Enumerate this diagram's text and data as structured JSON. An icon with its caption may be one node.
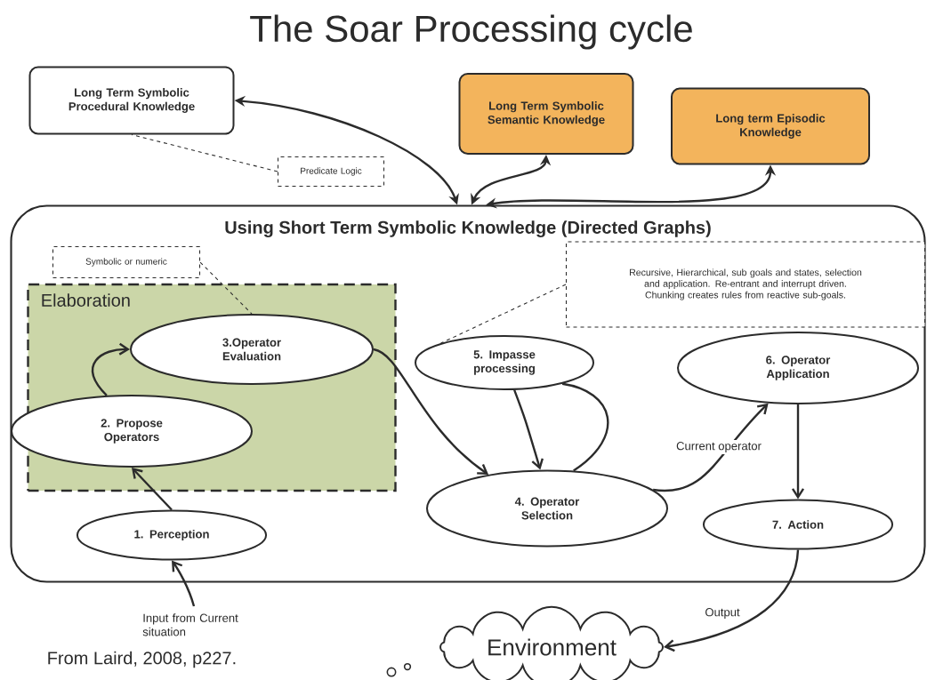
{
  "diagram": {
    "title": "The Soar Processing cycle",
    "nodes": [
      {
        "text": [
          "Long Term Symbolic Procedural Knowledge"
        ]
      },
      {
        "text": [
          "Long Term Symbolic Semantic Knowledge"
        ]
      },
      {
        "text": [
          "Long term Episodic Knowledge"
        ]
      },
      {
        "text": [
          "Predicate Logic"
        ]
      },
      {
        "text": [
          "Using Short Term Symbolic Knowledge (Directed Graphs)"
        ]
      },
      {
        "text": [
          "Symbolic or numeric"
        ],
        "in": 4
      },
      {
        "text": [
          "Recursive, Hierarchical, sub goals and states, selection and application. Re-entrant and interrupt driven. Chunking creates rules from reactive sub-goals."
        ],
        "in": 4
      },
      {
        "text": [
          "Elaboration"
        ],
        "in": 4
      },
      {
        "text": [
          "3.Operator Evaluation"
        ],
        "in": 7
      },
      {
        "text": [
          "2. Propose Operators"
        ],
        "in": 7
      },
      {
        "text": [
          "1. Perception"
        ],
        "in": 4
      },
      {
        "text": [
          "5. Impasse processing"
        ],
        "in": 4
      },
      {
        "text": [
          "6. Operator Application"
        ],
        "in": 4
      },
      {
        "text": [
          "4. Operator Selection"
        ],
        "in": 4
      },
      {
        "text": [
          "7. Action"
        ],
        "in": 4
      },
      {
        "text": [
          "Environment"
        ]
      }
    ],
    "edges": [
      {
        "from": 4,
        "to": 0,
        "arrow": "both"
      },
      {
        "from": 4,
        "to": 1,
        "arrow": "both"
      },
      {
        "from": 4,
        "to": 2,
        "arrow": "both"
      },
      {
        "from": 3,
        "to": 0,
        "arrow": "none",
        "style": "dashed"
      },
      {
        "from": 5,
        "to": 8,
        "arrow": "none",
        "style": "dashed"
      },
      {
        "from": 6,
        "to": 11,
        "arrow": "none",
        "style": "dashed"
      },
      {
        "from": null,
        "to": 10,
        "arrow": "to",
        "label": "Input from Current situation"
      },
      {
        "from": 10,
        "to": 9,
        "arrow": "to"
      },
      {
        "from": 9,
        "to": 8,
        "arrow": "to"
      },
      {
        "from": 8,
        "to": 13,
        "arrow": "to"
      },
      {
        "from": 11,
        "to": 13,
        "arrow": "to"
      },
      {
        "from": 13,
        "to": 11,
        "arrow": "none"
      },
      {
        "from": 13,
        "to": 12,
        "arrow": "to",
        "label": "Current operator"
      },
      {
        "from": 12,
        "to": 14,
        "arrow": "to"
      },
      {
        "from": 14,
        "to": 15,
        "arrow": "to",
        "label": "Output"
      }
    ],
    "labels": [
      "From Laird, 2008, p227."
    ]
  }
}
